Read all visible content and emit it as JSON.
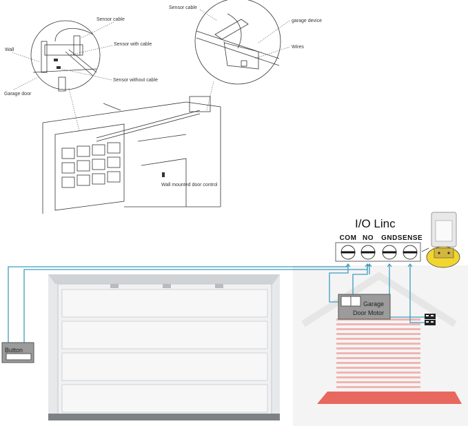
{
  "top_illustration": {
    "left_callout": {
      "sensor_cable": "Sensor cable",
      "wall": "Wall",
      "sensor_with_cable": "Sensor with cable",
      "sensor_without_cable": "Sensor without cable",
      "garage_door": "Garage door"
    },
    "right_callout": {
      "sensor_cable": "Sensor cable",
      "garage_device": "garage device",
      "wires": "Wires"
    },
    "wall_control": "Wall mounted door control"
  },
  "wiring": {
    "title": "I/O Linc",
    "terminals": [
      "COM",
      "NO",
      "GND",
      "SENSE"
    ],
    "motor_label_1": "Garage",
    "motor_label_2": "Door Motor",
    "button_label": "Button",
    "wire_color": "#3a9cc0",
    "highlight_color": "#f2d630",
    "door_red": "#e8685f"
  }
}
